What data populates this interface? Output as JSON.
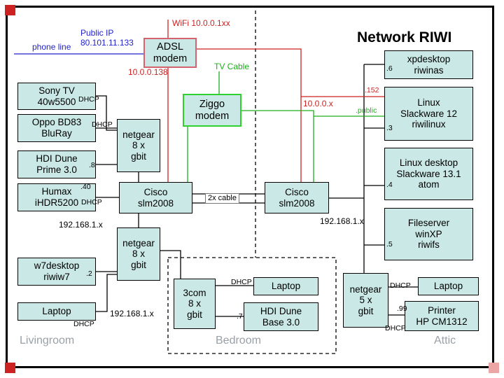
{
  "title": "Network RIWI",
  "colors": {
    "red": "#cc2222",
    "green": "#1fae1f",
    "blue": "#2222cc",
    "box-fill": "#c9e8e6",
    "adsl-border": "#d4626f",
    "ziggo-border": "#2fd12f",
    "room-label": "#9aa0a6"
  },
  "nodes": {
    "adsl_modem": "ADSL\nmodem",
    "ziggo_modem": "Ziggo\nmodem",
    "sony_tv": "Sony TV\n40w5500",
    "oppo": "Oppo BD83\nBluRay",
    "hdi_dune_prime": "HDI Dune\nPrime 3.0",
    "humax": "Humax\niHDR5200",
    "netgear8_top": "netgear\n8 x\ngbit",
    "cisco_left": "Cisco\nslm2008",
    "cisco_right": "Cisco\nslm2008",
    "netgear8_bottom": "netgear\n8 x\ngbit",
    "w7desktop": "w7desktop\nriwiw7",
    "laptop_livingroom": "Laptop",
    "threecom": "3com\n8 x\ngbit",
    "laptop_bedroom": "Laptop",
    "hdi_dune_base": "HDI Dune\nBase 3.0",
    "netgear5": "netgear\n5 x\ngbit",
    "laptop_attic": "Laptop",
    "printer": "Printer\nHP CM1312",
    "xpdesktop": "xpdesktop\nriwinas",
    "linux_slackware": "Linux\nSlackware 12\nriwilinux",
    "linux_desktop": "Linux desktop\nSlackware 13.1\natom",
    "fileserver": "Fileserver\nwinXP\nriwifs"
  },
  "annotations": {
    "phone_line": "phone line",
    "public_ip": "Public IP\n80.101.11.133",
    "wifi": "WiFi 10.0.0.1xx",
    "adsl_ip": "10.0.0.138",
    "tv_cable": "TV Cable",
    "wan_net": "10.0.0.x",
    "cable_2x": "2x cable",
    "lan_left": "192.168.1.x",
    "lan_left_lower": "192.168.1.x",
    "lan_right": "192.168.1.x",
    "dhcp": "DHCP",
    "tag_152": ".152",
    "tag_public": ".public",
    "tag_8": ".8",
    "tag_40": ".40",
    "tag_2": ".2",
    "tag_7": ".7",
    "tag_99": ".99",
    "tag_6": ".6",
    "tag_3": ".3",
    "tag_4": ".4",
    "tag_5": ".5"
  },
  "rooms": {
    "livingroom": "Livingroom",
    "bedroom": "Bedroom",
    "attic": "Attic"
  }
}
